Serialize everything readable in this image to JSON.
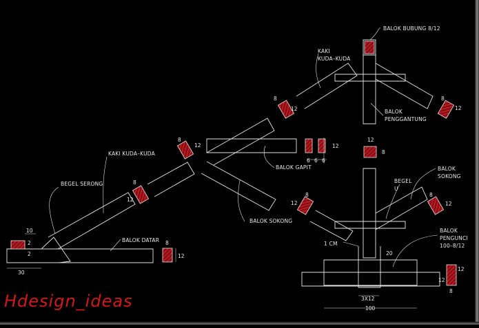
{
  "labels": {
    "balok_bubung": "BALOK BUBUNG 8/12",
    "kaki_kuda_kuda_top_1": "KAKI",
    "kaki_kuda_kuda_top_2": "KUDA–KUDA",
    "balok_penggantung_1": "BALOK",
    "balok_penggantung_2": "PENGGANTUNG",
    "kaki_kuda_kuda_left": "KAKI KUDA–KUDA",
    "begel_serong": "BEGEL SERONG",
    "balok_datar": "BALOK DATAR",
    "balok_gapit": "BALOK GAPIT",
    "balok_sokong_left": "BALOK SOKONG",
    "balok_sokong_right_1": "BALOK",
    "balok_sokong_right_2": "SOKONG",
    "begel_u_1": "BEGEL",
    "begel_u_2": "U",
    "balok_pengunci_1": "BALOK",
    "balok_pengunci_2": "PENGUNCI",
    "balok_pengunci_3": "100–8/12",
    "one_cm": "1 CM"
  },
  "dimensions": {
    "d8": "8",
    "d12": "12",
    "d10": "10",
    "d2": "2",
    "d30": "30",
    "d6": "6",
    "d20": "20",
    "d3x12": "3X12",
    "d100": "100"
  },
  "watermark": "Hdesign_ideas",
  "colors": {
    "line": "#e6e6e6",
    "section_fill": "#b3121a",
    "watermark": "#d11a1a",
    "background": "#000000"
  }
}
